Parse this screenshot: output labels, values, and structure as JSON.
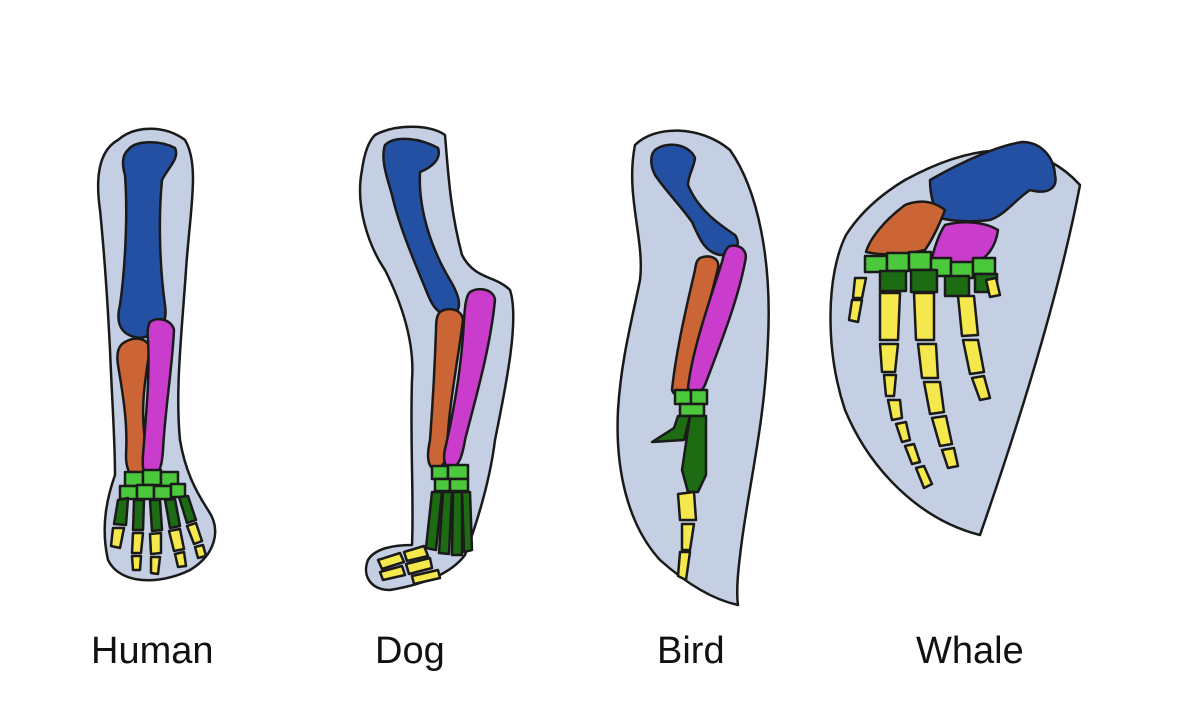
{
  "limbs": [
    {
      "id": "human",
      "label": "Human"
    },
    {
      "id": "dog",
      "label": "Dog"
    },
    {
      "id": "bird",
      "label": "Bird"
    },
    {
      "id": "whale",
      "label": "Whale"
    }
  ],
  "colors": {
    "outline": "#1a1a1a",
    "skin": "#c5cfe3",
    "humerus": "#2450a3",
    "radius": "#cc6535",
    "ulna": "#c93ccc",
    "carpals_light": "#4cc83c",
    "carpals_dark": "#1d6b12",
    "phalanges": "#f4e84c"
  }
}
